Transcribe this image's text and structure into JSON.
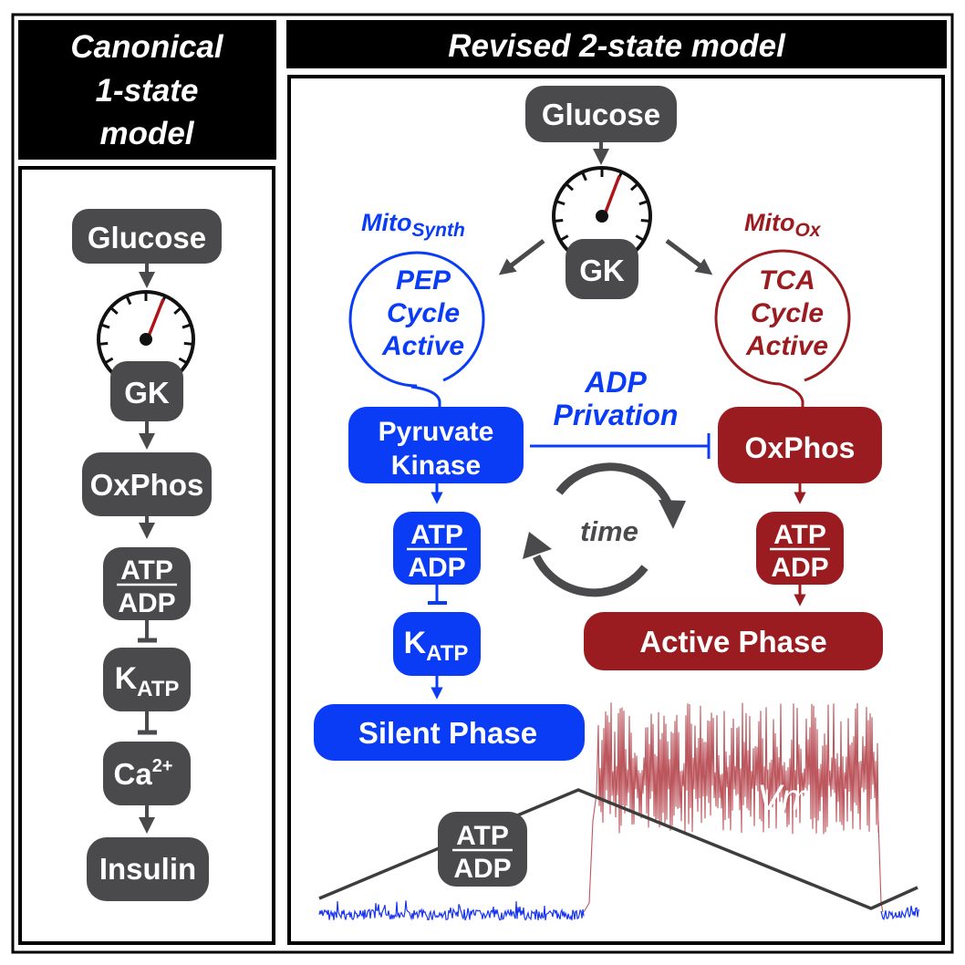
{
  "colors": {
    "gray_box": "#4a4a4c",
    "blue": "#0a3cf5",
    "red": "#9b1c20",
    "needle": "#b0141a",
    "trace_blue": "#1a35f0",
    "trace_red": "#b5454c",
    "line_gray": "#3d3d3d"
  },
  "left_panel": {
    "title_lines": [
      "Canonical",
      "1-state",
      "model"
    ],
    "nodes": {
      "glucose": "Glucose",
      "gk": "GK",
      "oxphos": "OxPhos",
      "atp": "ATP",
      "adp": "ADP",
      "katp_main": "K",
      "katp_sub": "ATP",
      "ca_main": "Ca",
      "ca_sup": "2+",
      "insulin": "Insulin"
    }
  },
  "right_panel": {
    "title": "Revised 2-state model",
    "glucose": "Glucose",
    "gk": "GK",
    "mito_synth": {
      "main": "Mito",
      "sub": "Synth"
    },
    "mito_ox": {
      "main": "Mito",
      "sub": "Ox"
    },
    "pep_cycle": [
      "PEP",
      "Cycle",
      "Active"
    ],
    "tca_cycle": [
      "TCA",
      "Cycle",
      "Active"
    ],
    "adp_privation": [
      "ADP",
      "Privation"
    ],
    "pyruvate_kinase": [
      "Pyruvate",
      "Kinase"
    ],
    "oxphos": "OxPhos",
    "time_label": "time",
    "atp": "ATP",
    "adp": "ADP",
    "katp_main": "K",
    "katp_sub": "ATP",
    "silent_phase": "Silent Phase",
    "active_phase": "Active Phase",
    "trace_label": "Vm",
    "trace_atp": "ATP",
    "trace_adp": "ADP"
  }
}
